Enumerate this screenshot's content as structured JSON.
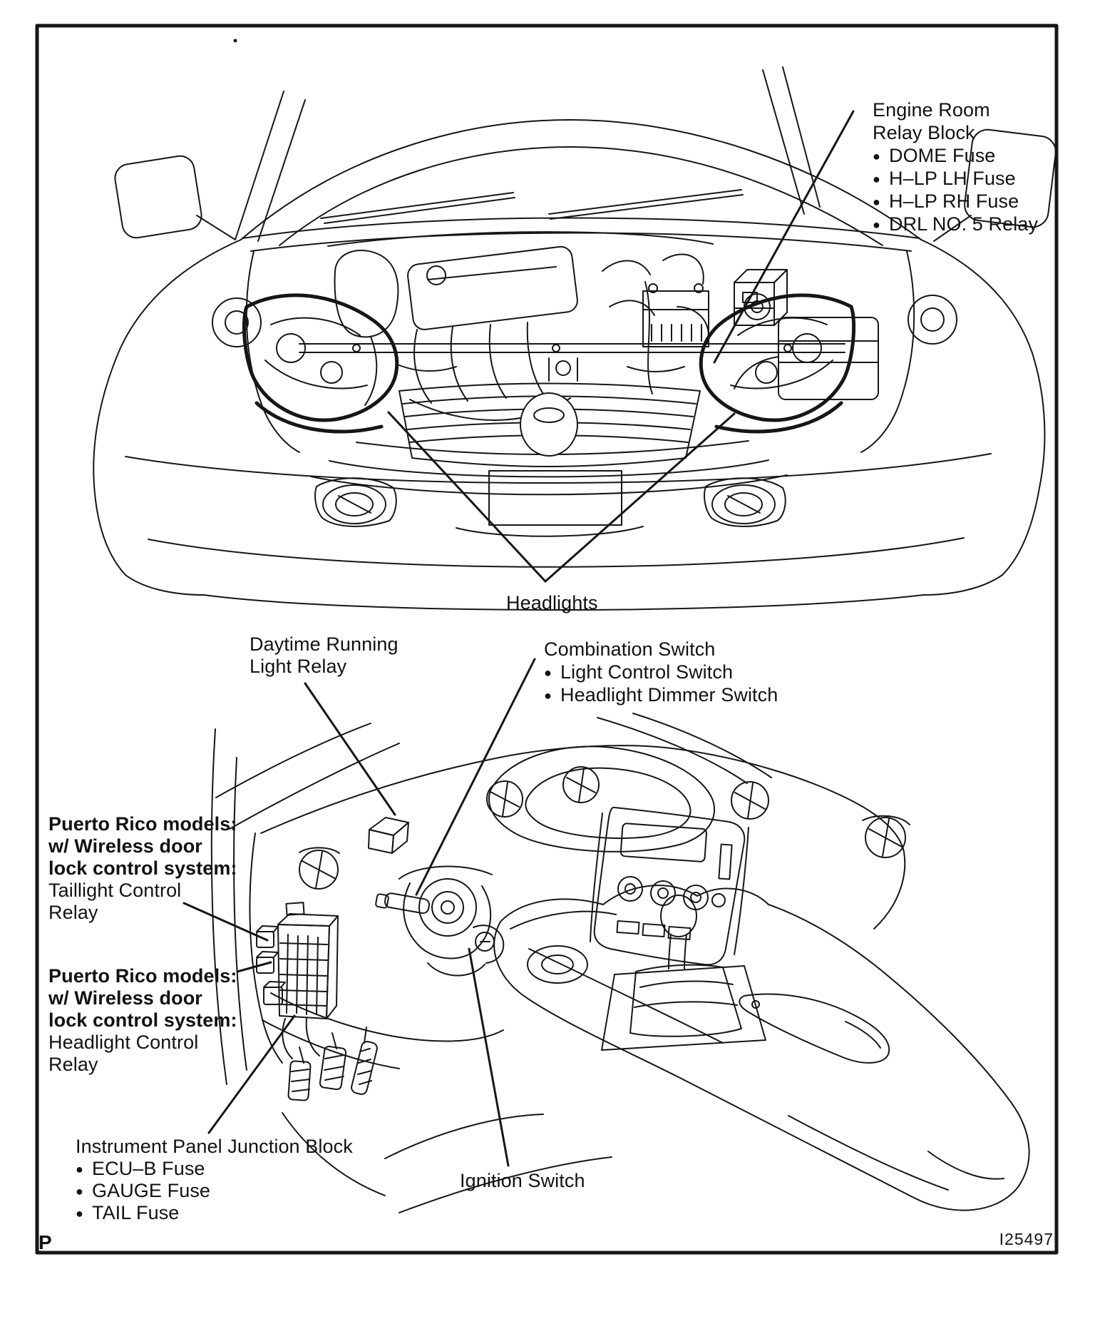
{
  "page": {
    "corner_mark": "P",
    "figure_number": "I25497"
  },
  "icons": {
    "bullet": "●"
  },
  "colors": {
    "ink": "#161616",
    "paper": "#ffffff"
  },
  "engine_view": {
    "relay_block_label": {
      "title_line1": "Engine Room",
      "title_line2": "Relay Block",
      "items": [
        "DOME Fuse",
        "H–LP LH Fuse",
        "H–LP RH Fuse",
        "DRL NO. 5 Relay"
      ]
    },
    "headlights_label": "Headlights"
  },
  "dash_view": {
    "drl_relay_label": {
      "line1": "Daytime Running",
      "line2": "Light Relay"
    },
    "combination_switch_label": {
      "title": "Combination Switch",
      "items": [
        "Light Control Switch",
        "Headlight Dimmer Switch"
      ]
    },
    "pr_taillight_label": {
      "bold1": "Puerto Rico models:",
      "bold2": "w/ Wireless door",
      "bold3": "lock control system:",
      "normal1": "Taillight Control",
      "normal2": "Relay"
    },
    "pr_headlight_label": {
      "bold1": "Puerto Rico models:",
      "bold2": "w/ Wireless door",
      "bold3": "lock control system:",
      "normal1": "Headlight Control",
      "normal2": "Relay"
    },
    "junction_block_label": {
      "title": "Instrument Panel Junction Block",
      "items": [
        "ECU–B Fuse",
        "GAUGE Fuse",
        "TAIL Fuse"
      ]
    },
    "ignition_label": "Ignition Switch"
  }
}
